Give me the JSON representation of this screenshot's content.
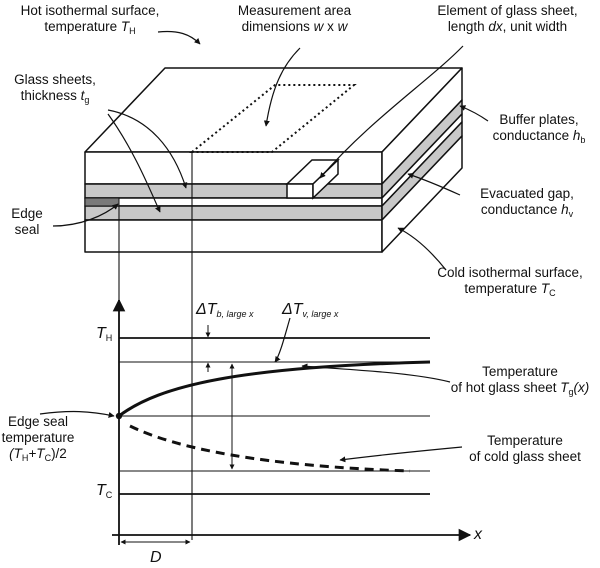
{
  "labels": {
    "hot_surface": {
      "line1": "Hot isothermal surface,",
      "line2_prefix": "temperature ",
      "sym": "T",
      "sub": "H"
    },
    "measurement": {
      "line1": "Measurement area",
      "line2_prefix": "dimensions ",
      "w1": "w",
      "x": " x ",
      "w2": "w"
    },
    "element": {
      "line1": "Element of glass sheet,",
      "line2_prefix": "length ",
      "dx": "dx",
      "line2_suffix": ", unit width"
    },
    "glass": {
      "line1": "Glass sheets,",
      "line2_prefix": "thickness ",
      "sym": "t",
      "sub": "g"
    },
    "buffer": {
      "line1": "Buffer plates,",
      "line2_prefix": "conductance ",
      "sym": "h",
      "sub": "b"
    },
    "edge_seal": {
      "line1": "Edge",
      "line2": "seal"
    },
    "gap": {
      "line1": "Evacuated gap,",
      "line2_prefix": "conductance ",
      "sym": "h",
      "sub": "v"
    },
    "cold_surface": {
      "line1": "Cold isothermal surface,",
      "line2_prefix": "temperature ",
      "sym": "T",
      "sub": "C"
    },
    "delta_b": {
      "delta": "ΔT",
      "sub": "b, large x"
    },
    "delta_v": {
      "delta": "ΔT",
      "sub": "v, large x"
    },
    "hot_glass": {
      "line1": "Temperature",
      "line2_prefix": "of hot glass sheet ",
      "sym": "T",
      "sub": "g",
      "arg": "(x)"
    },
    "edge_temp": {
      "line1": "Edge seal",
      "line2": "temperature",
      "l3a": "(T",
      "l3sub1": "H",
      "l3b": "+T",
      "l3sub2": "C",
      "l3c": ")/2"
    },
    "cold_glass": {
      "line1": "Temperature",
      "line2": "of cold glass sheet"
    },
    "axis_th": {
      "sym": "T",
      "sub": "H"
    },
    "axis_tc": {
      "sym": "T",
      "sub": "C"
    },
    "axis_x": "x",
    "axis_d": "D"
  },
  "colors": {
    "line": "#111111",
    "gray": "#c8c8c8",
    "dark_gray": "#7a7a7a"
  }
}
